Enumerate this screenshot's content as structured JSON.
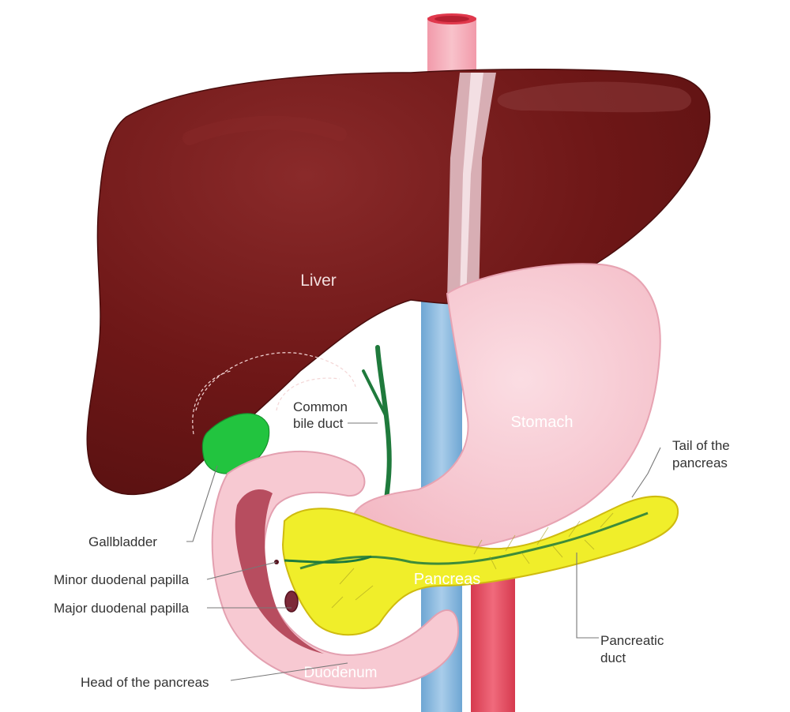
{
  "labels": {
    "liver": "Liver",
    "stomach": "Stomach",
    "pancreas": "Pancreas",
    "duodenum": "Duodenum",
    "common_bile_duct": [
      "Common",
      "bile duct"
    ],
    "tail_of_pancreas": [
      "Tail of the",
      "pancreas"
    ],
    "gallbladder": "Gallbladder",
    "minor_papilla": "Minor duodenal papilla",
    "major_papilla": "Major duodenal papilla",
    "head_of_pancreas": "Head of the pancreas",
    "pancreatic_duct": [
      "Pancreatic",
      "duct"
    ]
  },
  "colors": {
    "liver": "#6e1717",
    "liver_shadow": "#5a1111",
    "gallbladder": "#22c43f",
    "stomach": "#f6c6cf",
    "stomach_edge": "#e9a6b4",
    "duodenum_inner": "#b74d5f",
    "pancreas": "#f0ee2a",
    "pancreas_edge": "#d8c10c",
    "duct_green": "#1f7a3c",
    "aorta": "#f4a6b3",
    "aorta_red": "#e04458",
    "vena_cava": "#8ab8dc",
    "label_text": "#333333"
  }
}
